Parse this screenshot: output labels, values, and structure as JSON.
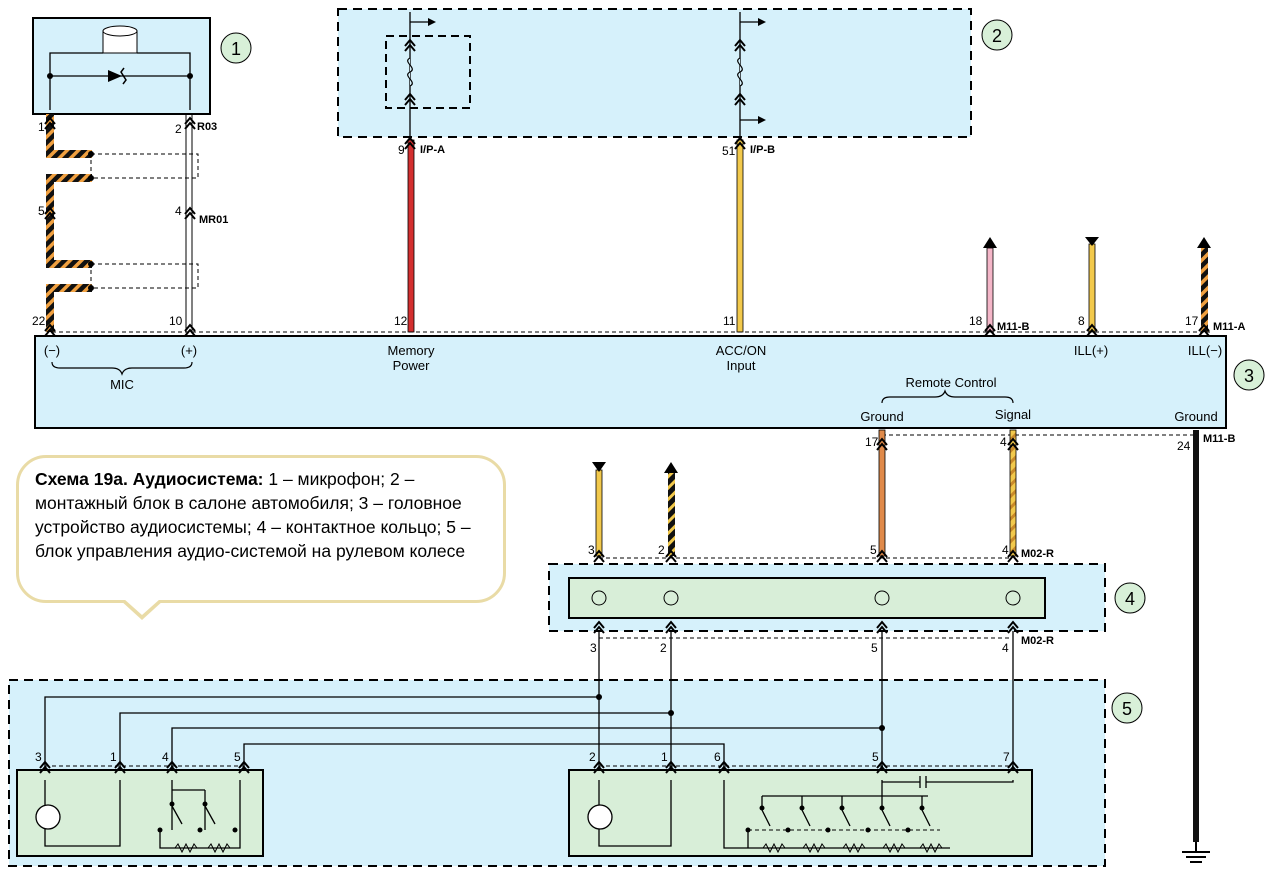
{
  "callouts": [
    "1",
    "2",
    "3",
    "4",
    "5"
  ],
  "connectors": {
    "r03": "R03",
    "mr01": "MR01",
    "ip_a": "I/P-A",
    "ip_b": "I/P-B",
    "m11_b": "M11-B",
    "m11_a": "M11-A",
    "m11_b2": "M11-B",
    "m02_r_top": "M02-R",
    "m02_r_bottom": "M02-R"
  },
  "pins": {
    "mic_1": "1",
    "mic_2": "2",
    "mr01_5": "5",
    "mr01_4": "4",
    "hu_22": "22",
    "hu_10": "10",
    "ipa_9": "9",
    "ipb_51": "51",
    "hu_12": "12",
    "hu_11": "11",
    "hu_18": "18",
    "hu_8": "8",
    "hu_17": "17",
    "rc_17": "17",
    "rc_4": "4",
    "gnd_24": "24",
    "ring_top_3": "3",
    "ring_top_2": "2",
    "ring_top_5": "5",
    "ring_top_4": "4",
    "ring_bot_3": "3",
    "ring_bot_2": "2",
    "ring_bot_5": "5",
    "ring_bot_4": "4",
    "sw_l_3": "3",
    "sw_l_1": "1",
    "sw_l_4": "4",
    "sw_l_5": "5",
    "sw_r_2": "2",
    "sw_r_1": "1",
    "sw_r_6": "6",
    "sw_r_5": "5",
    "sw_r_7": "7"
  },
  "head_unit": {
    "mic_minus": "(−)",
    "mic_plus": "(+)",
    "mic": "MIC",
    "memory_power_1": "Memory",
    "memory_power_2": "Power",
    "acc_input_1": "ACC/ON",
    "acc_input_2": "Input",
    "ill_plus": "ILL(+)",
    "ill_minus": "ILL(−)",
    "remote_control": "Remote Control",
    "rc_ground": "Ground",
    "rc_signal": "Signal",
    "ground": "Ground"
  },
  "caption": {
    "title": "Схема 19а. Аудиосистема:",
    "text": " 1 – микрофон; 2 – монтажный блок в салоне автомобиля; 3 – головное устройство аудиосистемы; 4 – контактное кольцо; 5 – блок управления аудио-системой на рулевом колесе"
  },
  "colors": {
    "block_fill": "#d6f1fb",
    "sub_fill": "#d8eed8",
    "red_wire": "#d32f2f",
    "yellow_wire": "#f2c94c",
    "pink_wire": "#f4b6c8",
    "orange_wire": "#e08a4a",
    "black_orange_stripe": "#f0a040",
    "caption_border": "#e9dba6"
  }
}
